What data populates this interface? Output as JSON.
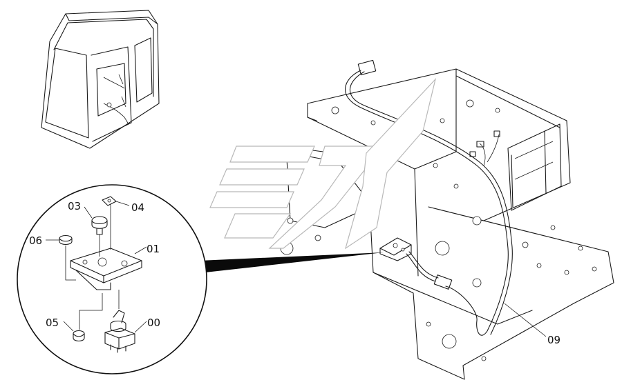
{
  "callouts": {
    "c00": "00",
    "c01": "01",
    "c03": "03",
    "c04": "04",
    "c05": "05",
    "c06": "06",
    "c09": "09"
  }
}
